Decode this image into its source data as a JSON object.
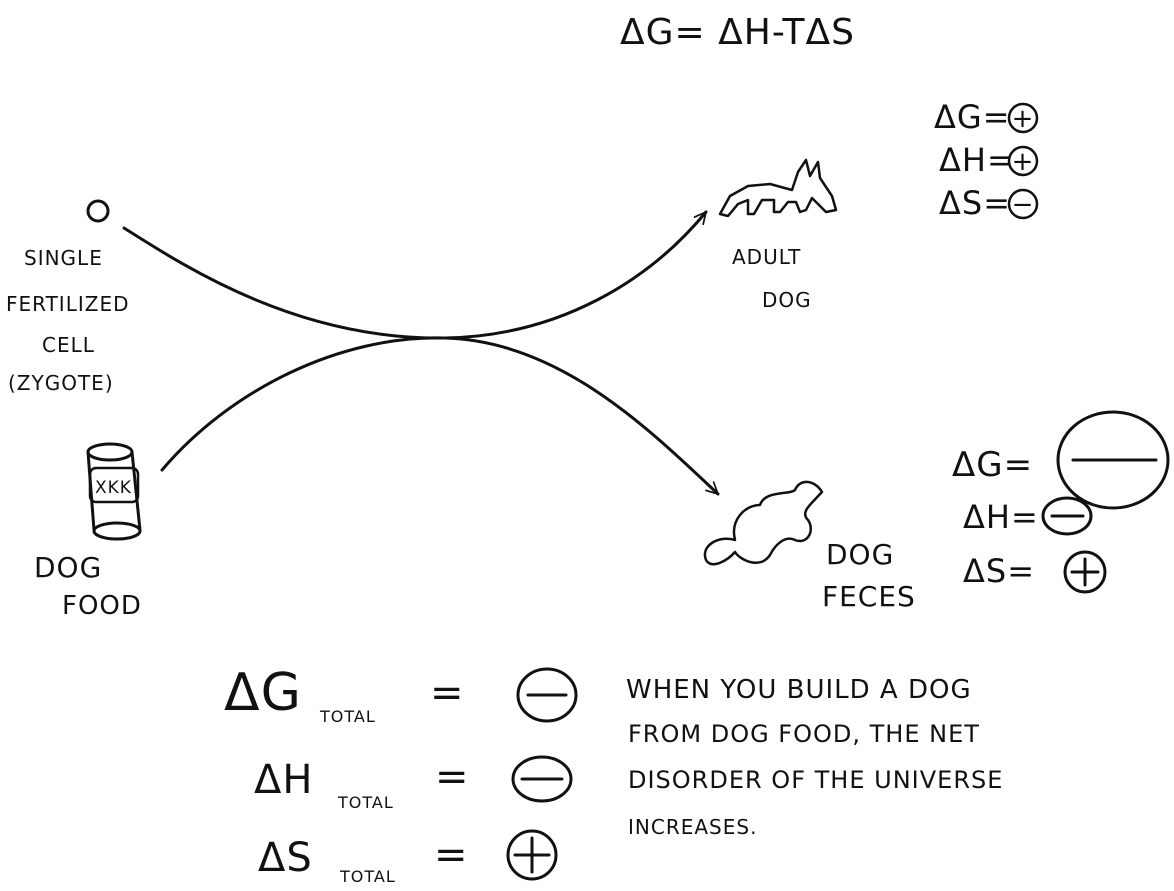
{
  "colors": {
    "ink": "#111111",
    "paper": "#ffffff"
  },
  "header_equation": "ΔG= ΔH-TΔS",
  "reactants": {
    "zygote_label_lines": [
      "SINGLE",
      "FERTILIZED",
      "CELL",
      "(ZYGOTE)"
    ],
    "dog_food_label_lines": [
      "DOG",
      "FOOD"
    ],
    "can_marking": "XKK"
  },
  "products": {
    "adult_dog_label_lines": [
      "ADULT",
      "DOG"
    ],
    "dog_feces_label_lines": [
      "DOG",
      "FECES"
    ]
  },
  "adult_dog_values": [
    {
      "symbol": "ΔG=",
      "sign": "+"
    },
    {
      "symbol": "ΔH=",
      "sign": "+"
    },
    {
      "symbol": "ΔS=",
      "sign": "−"
    }
  ],
  "feces_values": [
    {
      "symbol": "ΔG=",
      "sign": "−"
    },
    {
      "symbol": "ΔH=",
      "sign": "−"
    },
    {
      "symbol": "ΔS=",
      "sign": "+"
    }
  ],
  "totals": [
    {
      "symbol": "ΔG",
      "subscript": "TOTAL",
      "eq": "=",
      "sign": "−"
    },
    {
      "symbol": "ΔH",
      "subscript": "TOTAL",
      "eq": "=",
      "sign": "−"
    },
    {
      "symbol": "ΔS",
      "subscript": "TOTAL",
      "eq": "=",
      "sign": "+"
    }
  ],
  "conclusion_lines": [
    "WHEN YOU BUILD A DOG",
    "FROM DOG FOOD, THE NET",
    "DISORDER OF THE UNIVERSE",
    "INCREASES."
  ],
  "icons": {
    "zygote": "circle-icon",
    "dog_food": "can-icon",
    "adult_dog": "dog-icon",
    "feces": "blob-icon"
  }
}
